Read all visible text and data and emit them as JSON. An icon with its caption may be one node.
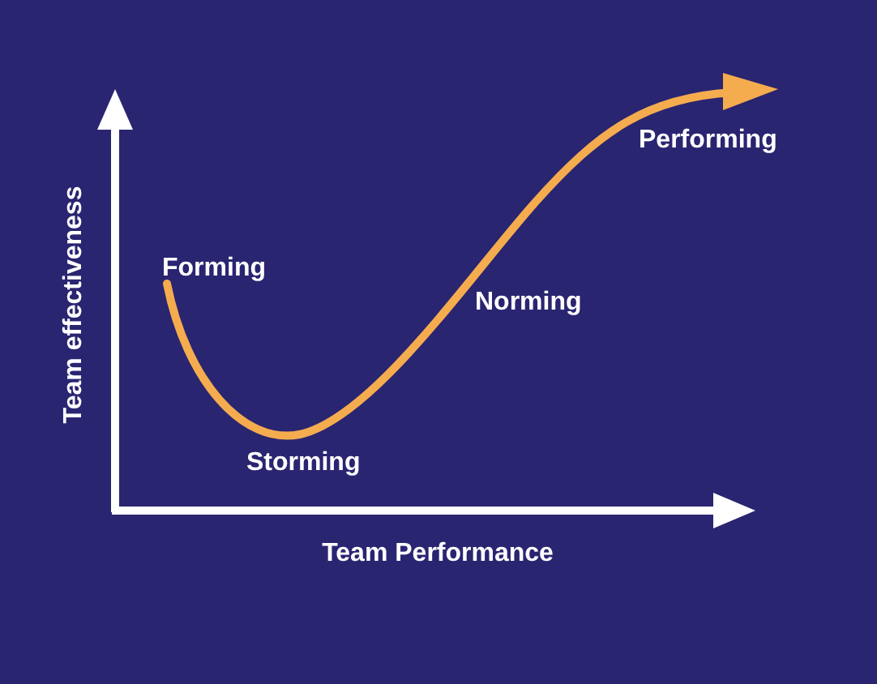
{
  "diagram": {
    "labels": [
      "Performing",
      "Forming",
      "Norming",
      "Team effectiveness",
      "Storming",
      "Team Performance"
    ]
  }
}
